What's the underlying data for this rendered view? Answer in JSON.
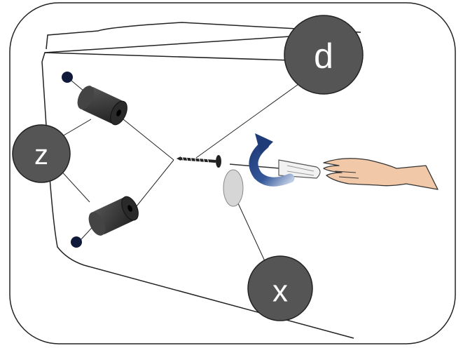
{
  "callouts": {
    "d": "d",
    "z": "z",
    "x": "x"
  },
  "icons": {
    "screw": "screw-icon",
    "screwdriver": "screwdriver-icon",
    "rotation": "rotate-clockwise-icon",
    "hand": "hand-icon",
    "foot": "rubber-foot-icon",
    "cap": "cover-cap-icon",
    "hole": "screw-hole-icon"
  },
  "colors": {
    "callout_fill": "#555555",
    "callout_stroke": "#222222",
    "foot_fill": "#333333",
    "hole_fill": "#0f1a3a",
    "arrow_dark": "#1f3c78",
    "arrow_light": "#9fb3d6",
    "skin": "#f2c9a8",
    "cap_fill": "#d6d6d6"
  }
}
